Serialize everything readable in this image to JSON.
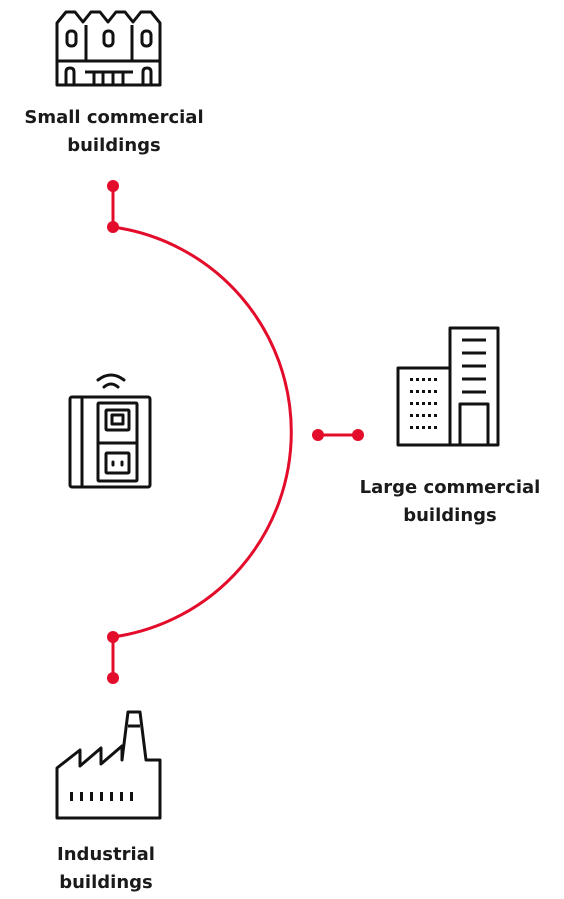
{
  "segments": [
    {
      "id": "small",
      "lines": [
        "Small commercial",
        "buildings"
      ],
      "icon": "townhouses-icon"
    },
    {
      "id": "large",
      "lines": [
        "Large commercial",
        "buildings"
      ],
      "icon": "office-tower-icon"
    },
    {
      "id": "industrial",
      "lines": [
        "Industrial",
        "buildings"
      ],
      "icon": "factory-icon"
    }
  ],
  "center_icon": "wireless-breaker-panel-icon",
  "colors": {
    "accent": "#e30c2b",
    "ink": "#1a1a1a",
    "background": "#ffffff"
  }
}
